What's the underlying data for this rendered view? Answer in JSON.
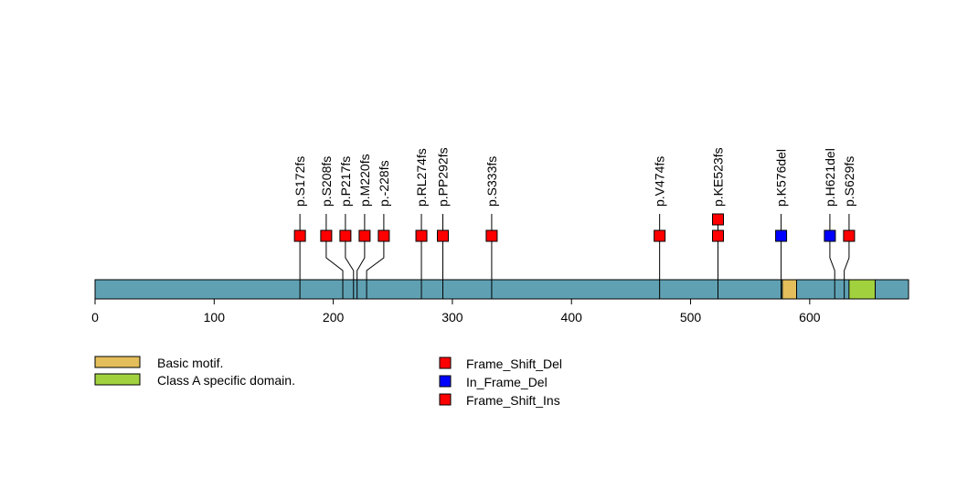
{
  "chart_data": {
    "type": "lollipop",
    "protein_length": 683,
    "xlim": [
      0,
      683
    ],
    "x_ticks": [
      0,
      100,
      200,
      300,
      400,
      500,
      600
    ],
    "domains": [
      {
        "name": "Basic motif.",
        "start": 577,
        "end": 589,
        "color": "#E3BE5A"
      },
      {
        "name": "Class A specific domain.",
        "start": 633,
        "end": 655,
        "color": "#A1D23E"
      }
    ],
    "backbone_color": "#5FA1B3",
    "mutations": [
      {
        "label": "p.S172fs",
        "position": 172,
        "types": [
          "Frame_Shift_Del"
        ]
      },
      {
        "label": "p.S208fs",
        "position": 208,
        "types": [
          "Frame_Shift_Del"
        ]
      },
      {
        "label": "p.P217fs",
        "position": 217,
        "types": [
          "Frame_Shift_Del"
        ]
      },
      {
        "label": "p.M220fs",
        "position": 220,
        "types": [
          "Frame_Shift_Del"
        ]
      },
      {
        "label": "p.-228fs",
        "position": 228,
        "types": [
          "Frame_Shift_Del"
        ]
      },
      {
        "label": "p.RL274fs",
        "position": 274,
        "types": [
          "Frame_Shift_Del"
        ]
      },
      {
        "label": "p.PP292fs",
        "position": 292,
        "types": [
          "Frame_Shift_Del"
        ]
      },
      {
        "label": "p.S333fs",
        "position": 333,
        "types": [
          "Frame_Shift_Del"
        ]
      },
      {
        "label": "p.V474fs",
        "position": 474,
        "types": [
          "Frame_Shift_Del"
        ]
      },
      {
        "label": "p.KE523fs",
        "position": 523,
        "types": [
          "Frame_Shift_Del",
          "Frame_Shift_Ins"
        ]
      },
      {
        "label": "p.K576del",
        "position": 576,
        "types": [
          "In_Frame_Del"
        ]
      },
      {
        "label": "p.H621del",
        "position": 621,
        "types": [
          "In_Frame_Del"
        ]
      },
      {
        "label": "p.S629fs",
        "position": 629,
        "types": [
          "Frame_Shift_Del"
        ]
      }
    ],
    "legend": [
      {
        "name": "Frame_Shift_Del",
        "color": "#FF0000"
      },
      {
        "name": "In_Frame_Del",
        "color": "#0000FF"
      },
      {
        "name": "Frame_Shift_Ins",
        "color": "#FF0000"
      }
    ]
  }
}
